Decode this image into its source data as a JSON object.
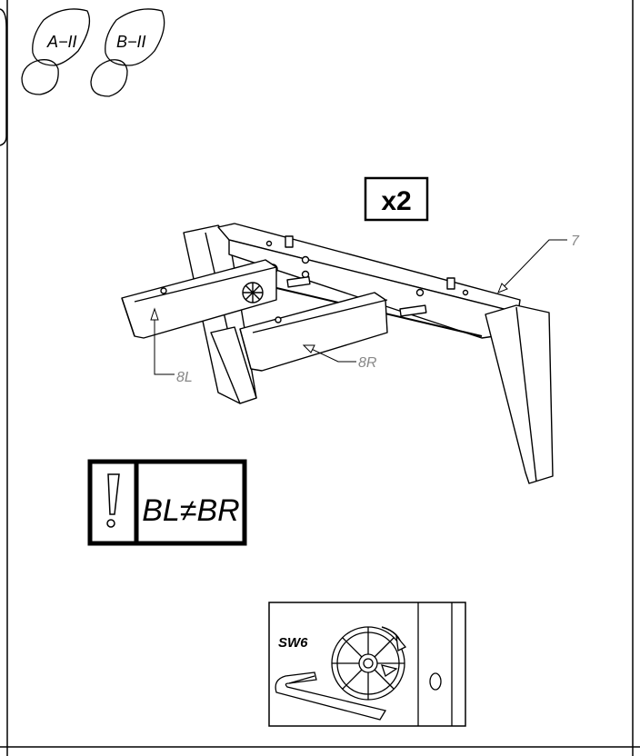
{
  "page": {
    "background": "#ffffff",
    "line_color": "#000000"
  },
  "people": {
    "a_label": "A−II",
    "b_label": "B−II"
  },
  "quantity": {
    "label": "x2"
  },
  "callouts": {
    "part_7": "7",
    "part_8l": "8L",
    "part_8r": "8R"
  },
  "warning": {
    "icon": "exclamation-icon",
    "text": "BL≠BR"
  },
  "tool": {
    "label": "SW6",
    "icon": "hex-key-icon"
  }
}
